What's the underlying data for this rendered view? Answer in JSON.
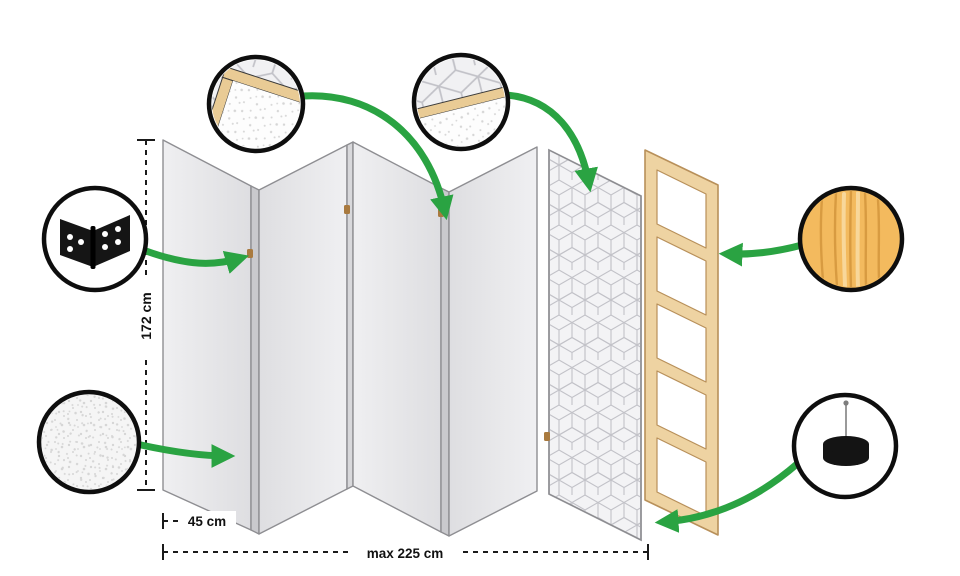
{
  "diagram": {
    "subject": "folding-room-divider-construction-diagram"
  },
  "labels": {
    "height": "172 cm",
    "panel_width": "45 cm",
    "max_total_width": "max 225 cm"
  },
  "callouts": [
    {
      "name": "frame-corner-icon"
    },
    {
      "name": "panel-edge-icon"
    },
    {
      "name": "hinge-icon"
    },
    {
      "name": "fleece-texture-icon"
    },
    {
      "name": "wood-texture-icon"
    },
    {
      "name": "felt-foot-icon"
    }
  ],
  "colors": {
    "arrow_green": "#2AA342",
    "panel_light": "#EDEDEF",
    "panel_dark": "#DFDFE2",
    "panel_outline": "#8E8E92",
    "pattern_line": "#C2C2C8",
    "frame_wood_fill": "#EED3A2",
    "frame_wood_outline": "#B8905A",
    "wood_texture_fill": "#F3BA5E",
    "wood_grain": "#D89B41",
    "hinge_black": "#151515",
    "hinge_pin_brown": "#A97A3F",
    "dimension_line": "#1A1A1A",
    "circle_border": "#0E0E0E"
  }
}
